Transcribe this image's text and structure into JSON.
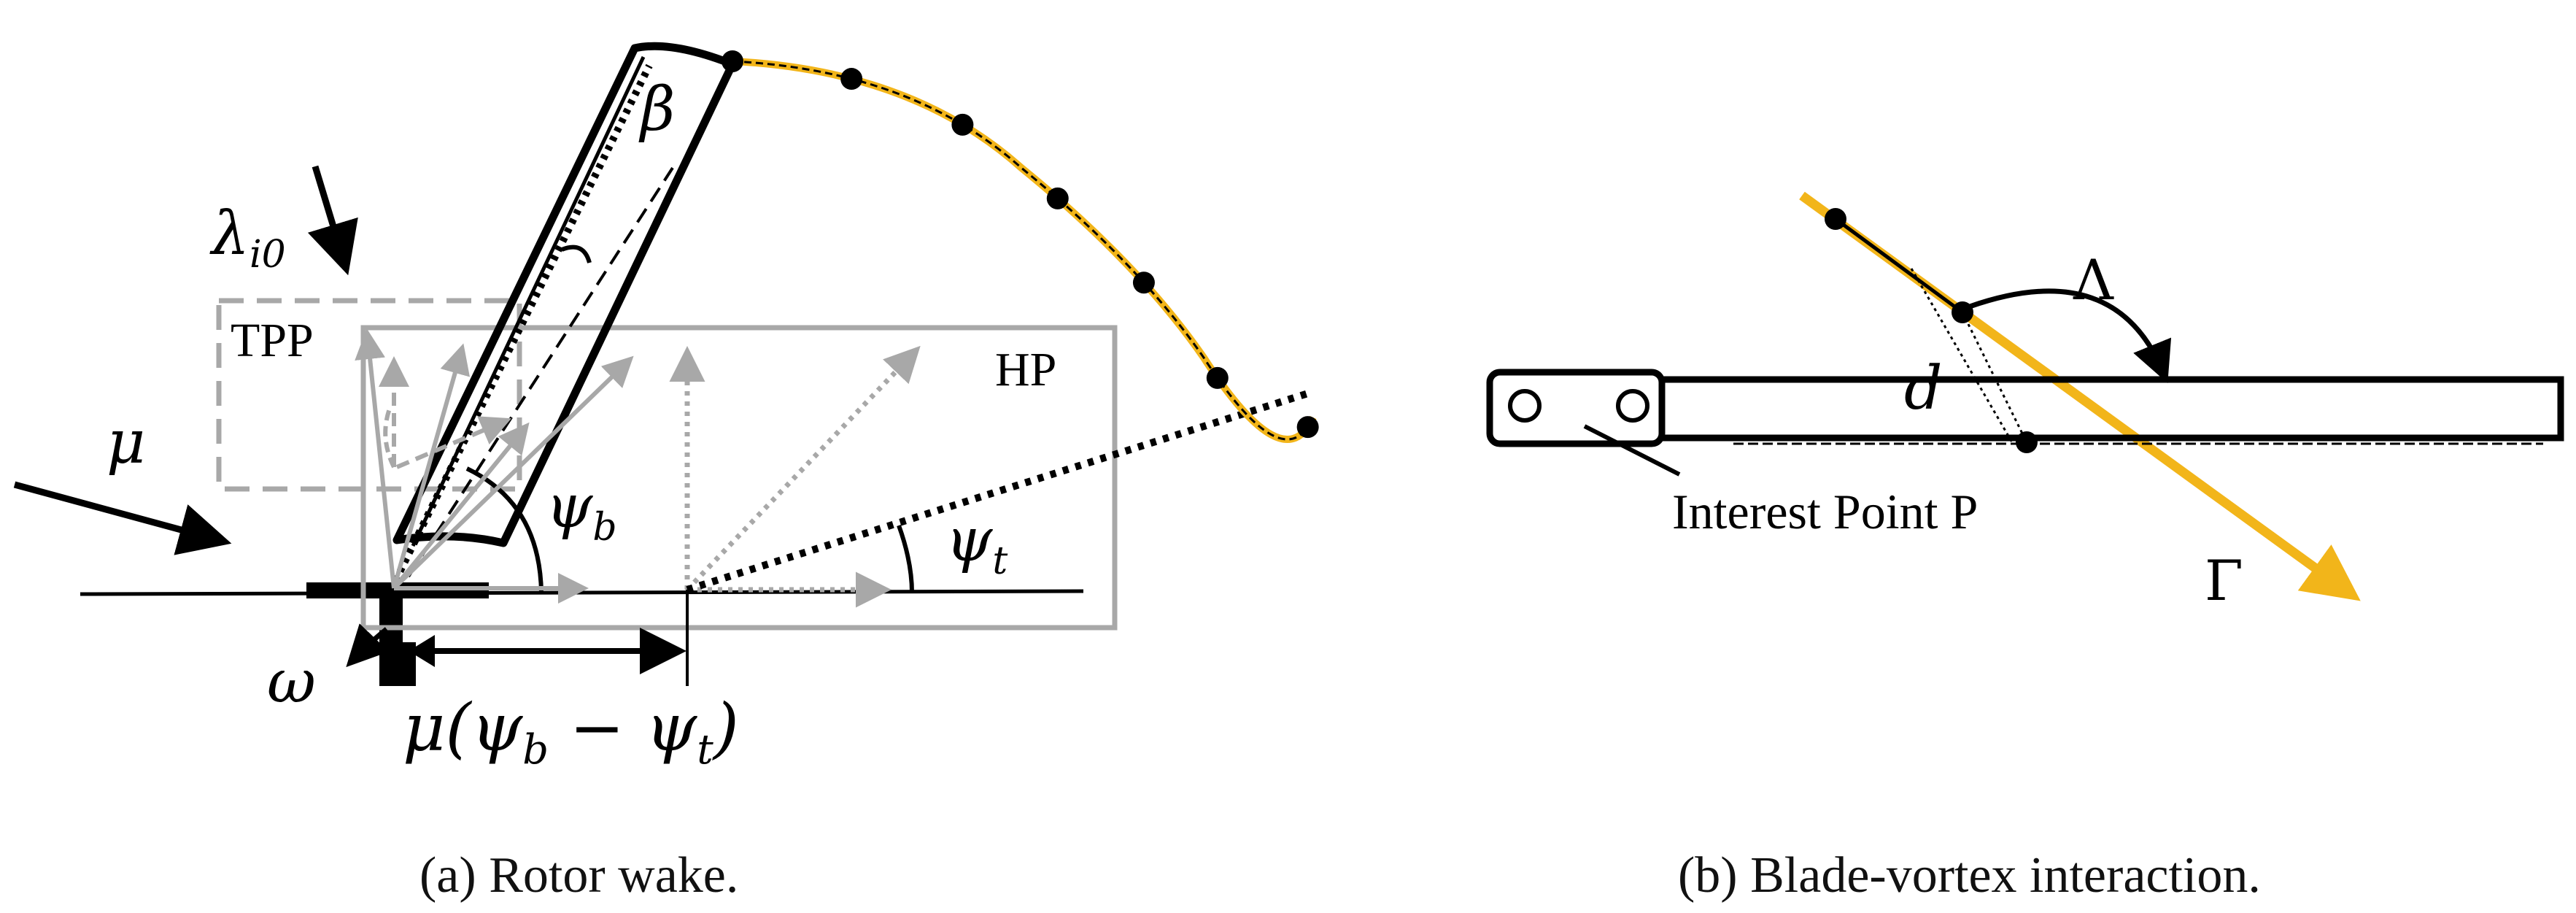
{
  "panel_a": {
    "caption": "(a) Rotor wake.",
    "labels": {
      "beta": "β",
      "lambda_main": "λ",
      "lambda_sub": "i0",
      "tpp": "TPP",
      "hp": "HP",
      "mu": "μ",
      "psi_b": "ψ",
      "psi_b_sub": "b",
      "psi_t": "ψ",
      "psi_t_sub": "t",
      "omega": "ω",
      "offset_mu": "μ(ψ",
      "offset_b": "b",
      "offset_minus": " − ψ",
      "offset_t": "t",
      "offset_close": ")"
    },
    "wake_points": 7
  },
  "panel_b": {
    "caption": "(b) Blade-vortex interaction.",
    "labels": {
      "Lambda": "Λ",
      "d": "d",
      "interest": "Interest Point P",
      "Gamma": "Γ"
    }
  },
  "colors": {
    "ink": "#000000",
    "gray": "#a8a8a8",
    "wake": "#f2b51a"
  }
}
